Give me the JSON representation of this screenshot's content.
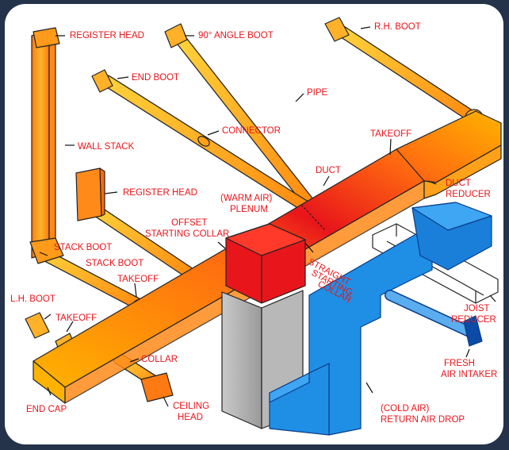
{
  "colors": {
    "warm_label": "#e8151b",
    "cold_label": "#1a6fd6",
    "background": "#24324a",
    "warm_duct_start": "#ffb300",
    "warm_duct_end": "#e8151b",
    "cold_duct": "#1f8fe6"
  },
  "labels": {
    "register_head_top": "REGISTER HEAD",
    "angle_boot": "90° ANGLE BOOT",
    "rh_boot": "R.H. BOOT",
    "end_boot": "END BOOT",
    "pipe": "PIPE",
    "wall_stack": "WALL STACK",
    "connector": "CONNECTOR",
    "takeoff_right": "TAKEOFF",
    "duct": "DUCT",
    "duct_reducer_1": "DUCT",
    "duct_reducer_2": "REDUCER",
    "register_head_mid": "REGISTER HEAD",
    "warm_air_1": "(WARM AIR)",
    "warm_air_2": "PLENUM",
    "offset_1": "OFFSET",
    "offset_2": "STARTING COLLAR",
    "straight_1": "STRAIGHT",
    "straight_2": "STARTING",
    "straight_3": "COLLAR",
    "stack_boot_1": "STACK BOOT",
    "stack_boot_2": "STACK BOOT",
    "takeoff_mid": "TAKEOFF",
    "lh_boot": "L.H. BOOT",
    "takeoff_left": "TAKEOFF",
    "joist_1": "JOIST",
    "joist_2": "REDUCER",
    "fresh_1": "FRESH",
    "fresh_2": "AIR INTAKER",
    "collar": "COLLAR",
    "ceiling_1": "CEILING",
    "ceiling_2": "HEAD",
    "end_cap": "END CAP",
    "cold_1": "(COLD AIR)",
    "cold_2": "RETURN AIR DROP"
  }
}
